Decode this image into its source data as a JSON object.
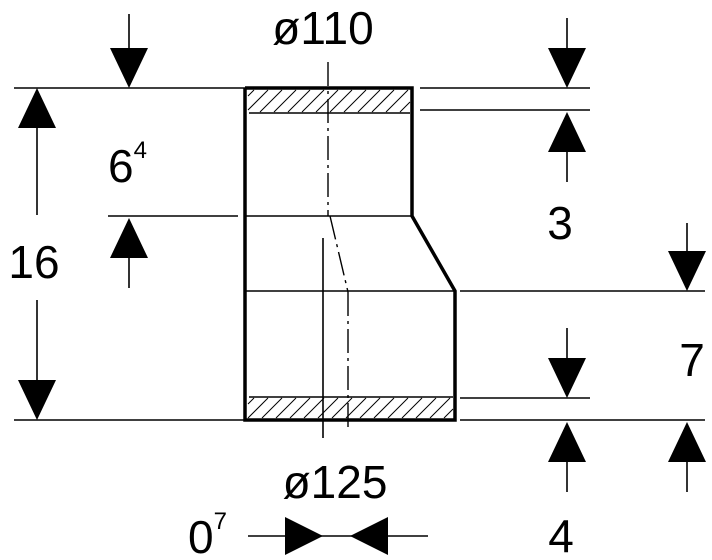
{
  "drawing": {
    "diameter_top": "ø110",
    "diameter_bottom": "ø125",
    "height_total": "16",
    "top_section_height": {
      "base": "6",
      "sup": "4"
    },
    "top_socket_depth": "3",
    "bottom_section_height": "7",
    "bottom_socket_depth": "4",
    "offset": {
      "base": "0",
      "sup": "7"
    }
  }
}
